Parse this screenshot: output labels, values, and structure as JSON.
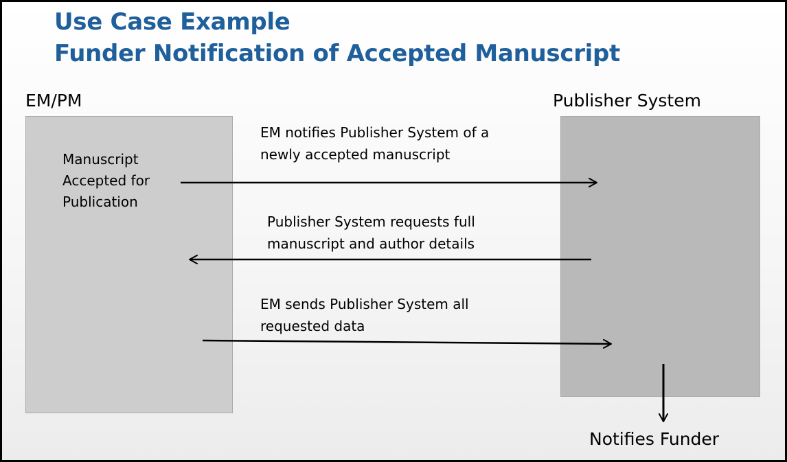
{
  "title": {
    "line1": "Use Case Example",
    "line2": "Funder Notification of Accepted Manuscript"
  },
  "left_system": {
    "label": "EM/PM",
    "box_text": "Manuscript\nAccepted for\nPublication"
  },
  "right_system": {
    "label": "Publisher System"
  },
  "messages": [
    {
      "line1": "EM notifies Publisher System of a",
      "line2": "newly accepted manuscript",
      "direction": "left-to-right"
    },
    {
      "line1": "Publisher System requests full",
      "line2": "manuscript and author details",
      "direction": "right-to-left"
    },
    {
      "line1": "EM sends Publisher System all",
      "line2": "requested data",
      "direction": "left-to-right"
    }
  ],
  "outcome": {
    "label": "Notifies Funder",
    "direction": "down"
  },
  "colors": {
    "title": "#1f5f9b",
    "left_box": "#cdcdcd",
    "right_box": "#b9b9b9",
    "arrow": "#000000"
  }
}
